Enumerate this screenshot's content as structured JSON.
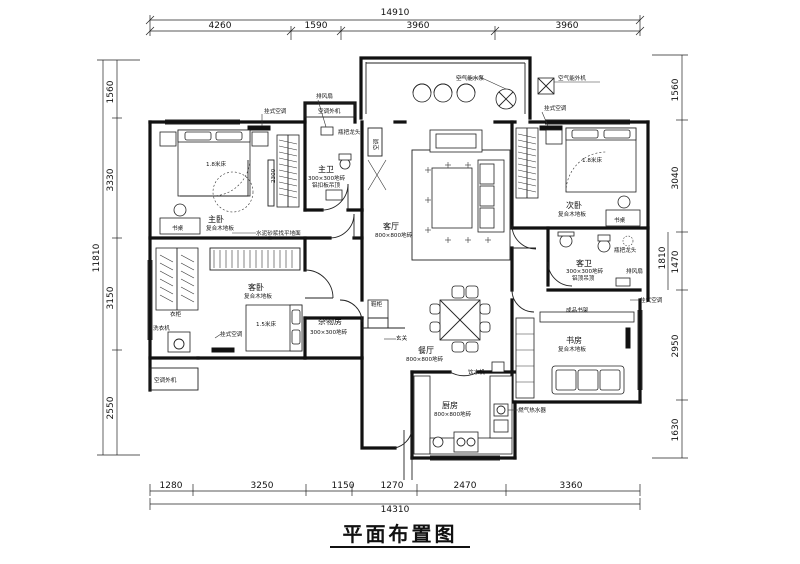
{
  "drawing_title": "平面布置图",
  "dims_top_total": "14910",
  "dims_top": [
    "4260",
    "1590",
    "3960",
    "3960"
  ],
  "dims_bottom_total": "14310",
  "dims_bottom": [
    "1280",
    "3250",
    "1150",
    "1270",
    "2470",
    "3360"
  ],
  "dims_left_total": "11810",
  "dims_left": [
    "1560",
    "3330",
    "3150",
    "2550"
  ],
  "dims_right": [
    "1560",
    "3040",
    "1470",
    "1810",
    "2950",
    "1630"
  ],
  "rooms": {
    "living": {
      "name": "客厅",
      "floor": "800×800地砖"
    },
    "master_bedroom": {
      "name": "主卧",
      "floor": "复合木地板"
    },
    "master_bath": {
      "name": "主卫",
      "floor": "300×300地砖",
      "ceiling": "铝扣板吊顶"
    },
    "guest_room": {
      "name": "客卧",
      "floor": "复合木地板"
    },
    "second_bedroom": {
      "name": "次卧",
      "floor": "复合木地板"
    },
    "guest_bath": {
      "name": "客卫",
      "floor": "300×300地砖",
      "ceiling": "铝顶吊顶"
    },
    "storage": {
      "name": "杂物房",
      "floor": "300×300地砖"
    },
    "dining": {
      "name": "餐厅",
      "floor": "800×800地砖"
    },
    "study": {
      "name": "书房",
      "floor": "复合木地板"
    },
    "kitchen": {
      "name": "厨房",
      "floor": "800×800地砖"
    }
  },
  "annotations": {
    "ac_outdoor_top": "空调外机",
    "ac_outdoor_top_right": "空气能外机",
    "ac_outdoor_left": "空调外机",
    "heat_pump_tank": "空气能水泵",
    "exhaust_fan_master": "排风扇",
    "shower_master": "瓶把龙头",
    "wall_ac_master": "挂式空调",
    "wall_ac_second": "挂式空调",
    "wall_ac_guest": "挂式空调",
    "wall_ac_study": "挂式空调",
    "cement_note": "水泥砂浆找平地面",
    "bed_master": "1.8米床",
    "bed_second": "1.8米床",
    "bed_guest": "1.5米床",
    "desk_master": "书桌",
    "desk_second": "书桌",
    "wardrobe_guest": "衣柜",
    "washer": "洗衣机",
    "shower_guest": "瓶把龙头",
    "exhaust_fan_guest": "排风扇",
    "bookshelf_study": "成品书架",
    "shoe_cabinet": "鞋柜",
    "entrance": "玄关",
    "water_dispenser": "饮水机",
    "gas_heater": "燃气热水器",
    "ac_label_living": "空调",
    "arc_label": "2300"
  }
}
